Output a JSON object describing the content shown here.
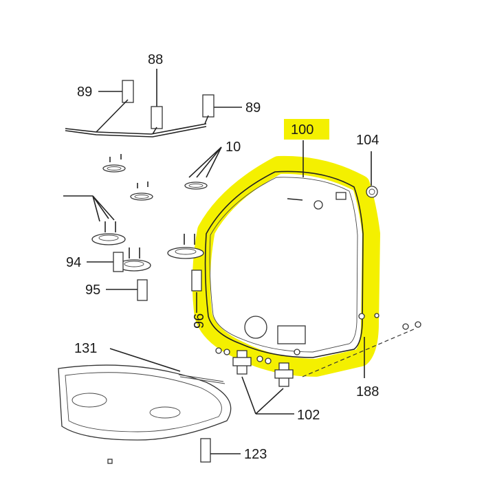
{
  "highlight_color": "#f4f000",
  "labels": {
    "l88": "88",
    "l89a": "89",
    "l89b": "89",
    "l10": "10",
    "l100": "100",
    "l104": "104",
    "l94": "94",
    "l95": "95",
    "l96": "96",
    "l131": "131",
    "l188": "188",
    "l102": "102",
    "l123": "123"
  }
}
